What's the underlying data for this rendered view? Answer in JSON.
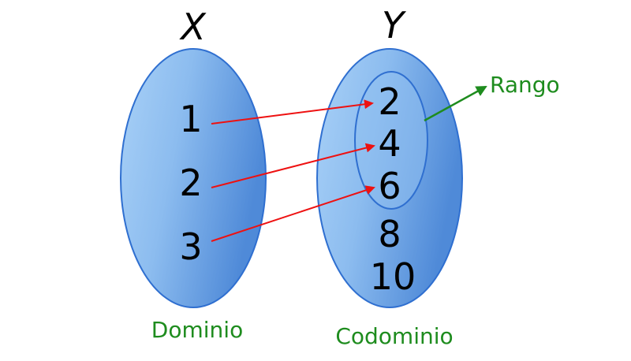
{
  "diagram": {
    "domain_set": {
      "title": "X",
      "label": "Dominio",
      "elements": [
        "1",
        "2",
        "3"
      ]
    },
    "codomain_set": {
      "title": "Y",
      "label": "Codominio",
      "elements": [
        "2",
        "4",
        "6",
        "8",
        "10"
      ]
    },
    "range_label": "Rango",
    "mappings": [
      {
        "from": "1",
        "to": "2"
      },
      {
        "from": "2",
        "to": "4"
      },
      {
        "from": "3",
        "to": "6"
      }
    ],
    "colors": {
      "set_fill_light": "#a9d1f7",
      "set_fill_dark": "#4f8ad8",
      "set_stroke": "#2f6fd0",
      "arrow": "#ee1111",
      "range_label": "#1e8c1e"
    }
  }
}
